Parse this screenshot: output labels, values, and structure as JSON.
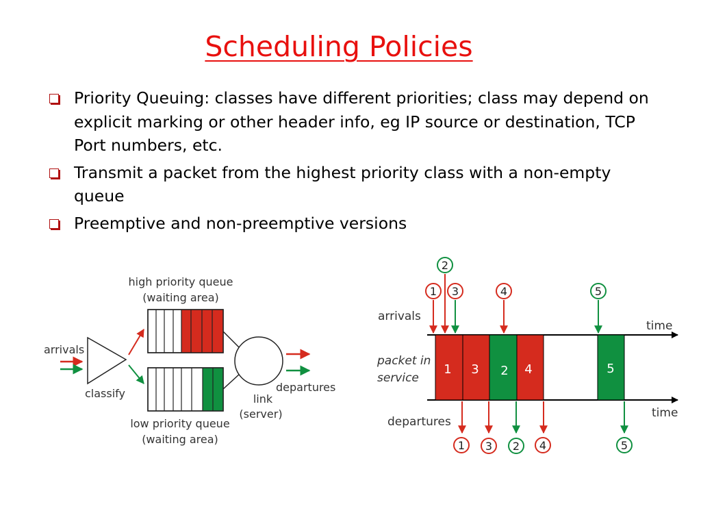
{
  "slide": {
    "title": "Scheduling Policies",
    "bullets": [
      "Priority Queuing: classes have different priorities; class may depend on explicit marking or other header info, eg IP source or destination, TCP Port numbers, etc.",
      "Transmit a packet from the highest priority class with a non-empty queue",
      "Preemptive and non-preemptive versions"
    ]
  },
  "queue_diagram": {
    "high_queue_line1": "high priority queue",
    "high_queue_line2": "(waiting area)",
    "arrivals": "arrivals",
    "classify": "classify",
    "departures": "departures",
    "link_line1": "link",
    "link_line2": "(server)",
    "low_queue_line1": "low priority queue",
    "low_queue_line2": "(waiting area)"
  },
  "timeline": {
    "arrivals": "arrivals",
    "packet_in_service_line1": "packet in",
    "packet_in_service_line2": "service",
    "departures": "departures",
    "time_top": "time",
    "time_bottom": "time",
    "arrival_labels": [
      "1",
      "2",
      "3",
      "4",
      "5"
    ],
    "service_labels": [
      "1",
      "3",
      "2",
      "4",
      "5"
    ],
    "departure_labels": [
      "1",
      "3",
      "2",
      "4",
      "5"
    ]
  },
  "colors": {
    "title": "#e8100e",
    "red": "#d52b1e",
    "green": "#109040",
    "text_gray": "#333333"
  }
}
